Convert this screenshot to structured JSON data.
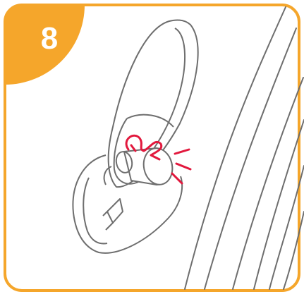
{
  "step": {
    "number": "8"
  },
  "colors": {
    "badge": "#F5A62B",
    "frame_border": "#F5A62B",
    "line_art": "#6e6e6e",
    "highlight": "#E2183D"
  },
  "icons": {
    "badge_shape": "quarter-circle-badge",
    "illustration": "device-side-knob-with-indicator"
  }
}
